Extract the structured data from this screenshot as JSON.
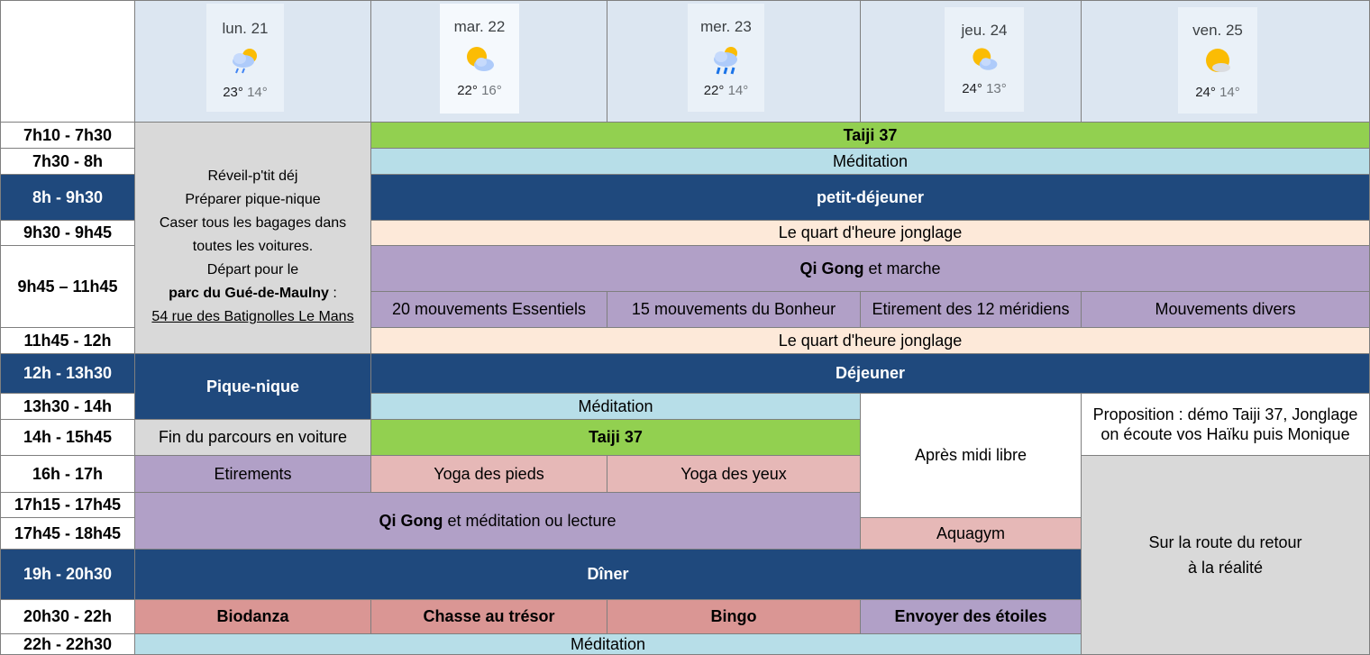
{
  "days": [
    {
      "label": "lun. 21",
      "high": "23°",
      "low": "14°",
      "icon": "rain-sun-icon"
    },
    {
      "label": "mar. 22",
      "high": "22°",
      "low": "16°",
      "icon": "partly-cloudy-icon"
    },
    {
      "label": "mer. 23",
      "high": "22°",
      "low": "14°",
      "icon": "heavy-rain-icon"
    },
    {
      "label": "jeu. 24",
      "high": "24°",
      "low": "13°",
      "icon": "partly-cloudy-icon"
    },
    {
      "label": "ven. 25",
      "high": "24°",
      "low": "14°",
      "icon": "mostly-sunny-icon"
    }
  ],
  "times": [
    "7h10 - 7h30",
    "7h30 - 8h",
    "8h - 9h30",
    "9h30 - 9h45",
    "9h45 – 11h45",
    "11h45 - 12h",
    "12h - 13h30",
    "13h30 - 14h",
    "14h - 15h45",
    "16h - 17h",
    "17h15 - 17h45",
    "17h45 - 18h45",
    "19h - 20h30",
    "20h30 - 22h",
    "22h - 22h30"
  ],
  "monday_morning": {
    "line1": "Réveil-p'tit déj",
    "line2": "Préparer pique-nique",
    "line3": "Caser tous les bagages dans",
    "line4": "toutes les voitures.",
    "line5": "Départ pour le",
    "line6_bold": "parc du Gué-de-Maulny",
    "line6_rest": " :",
    "line7": "54 rue des Batignolles Le Mans"
  },
  "activities": {
    "taiji": "Taiji 37",
    "meditation": "Méditation",
    "breakfast": "petit-déjeuner",
    "juggling": "Le quart d'heure jonglage",
    "qigong_bold": "Qi Gong",
    "qigong_rest": " et marche",
    "movements": [
      "20 mouvements Essentiels",
      "15 mouvements du Bonheur",
      "Etirement des 12 méridiens",
      "Mouvements divers"
    ],
    "picnic": "Pique-nique",
    "lunch": "Déjeuner",
    "proposal_l1": "Proposition : démo Taiji 37, Jonglage",
    "proposal_l2": "on écoute vos Haïku puis Monique",
    "end_trip": "Fin du parcours en voiture",
    "free_afternoon": "Après midi libre",
    "stretching": "Etirements",
    "feet_yoga": "Yoga des pieds",
    "eye_yoga": "Yoga des yeux",
    "way_back_l1": "Sur la route du retour",
    "way_back_l2": "à la réalité",
    "qigong2_bold": "Qi Gong",
    "qigong2_rest": " et méditation ou lecture",
    "aquagym": "Aquagym",
    "dinner": "Dîner",
    "biodanza": "Biodanza",
    "treasure": "Chasse au trésor",
    "bingo": "Bingo",
    "stars": "Envoyer des étoiles",
    "meditation_last": "Méditation"
  },
  "colors": {
    "navy": "#1f497d",
    "green": "#92d050",
    "light_blue": "#b7dee8",
    "peach": "#fde9d9",
    "purple": "#b1a0c7",
    "pink": "#e6b8b7",
    "rose": "#da9694",
    "grey": "#d9d9d9",
    "header": "#dce6f1"
  }
}
